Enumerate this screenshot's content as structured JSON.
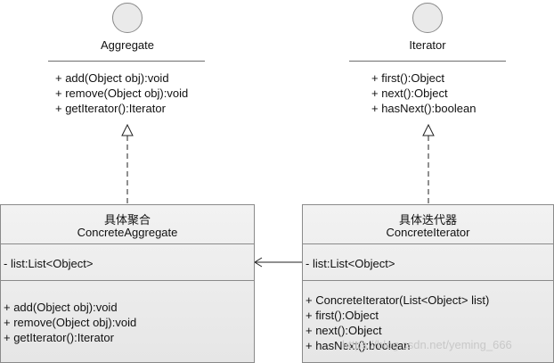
{
  "interfaces": [
    {
      "name": "Aggregate",
      "operations": [
        "+ add(Object obj):void",
        "+ remove(Object obj):void",
        "+ getIterator():Iterator"
      ]
    },
    {
      "name": "Iterator",
      "operations": [
        "+ first():Object",
        "+ next():Object",
        "+ hasNext():boolean"
      ]
    }
  ],
  "classes": [
    {
      "name_cn": "具体聚合",
      "name": "ConcreteAggregate",
      "attributes": [
        "- list:List<Object>"
      ],
      "operations": [
        "+ add(Object obj):void",
        "+ remove(Object obj):void",
        "+ getIterator():Iterator"
      ]
    },
    {
      "name_cn": "具体迭代器",
      "name": "ConcreteIterator",
      "attributes": [
        "- list:List<Object>"
      ],
      "operations": [
        "+ ConcreteIterator(List<Object> list)",
        "+ first():Object",
        "+ next():Object",
        "+ hasNext():boolean"
      ]
    }
  ],
  "watermark": "https://blog.csdn.net/yeming_666",
  "colors": {
    "box_border": "#8a8a8a",
    "box_fill": "#ececec",
    "lines": "#222222"
  }
}
